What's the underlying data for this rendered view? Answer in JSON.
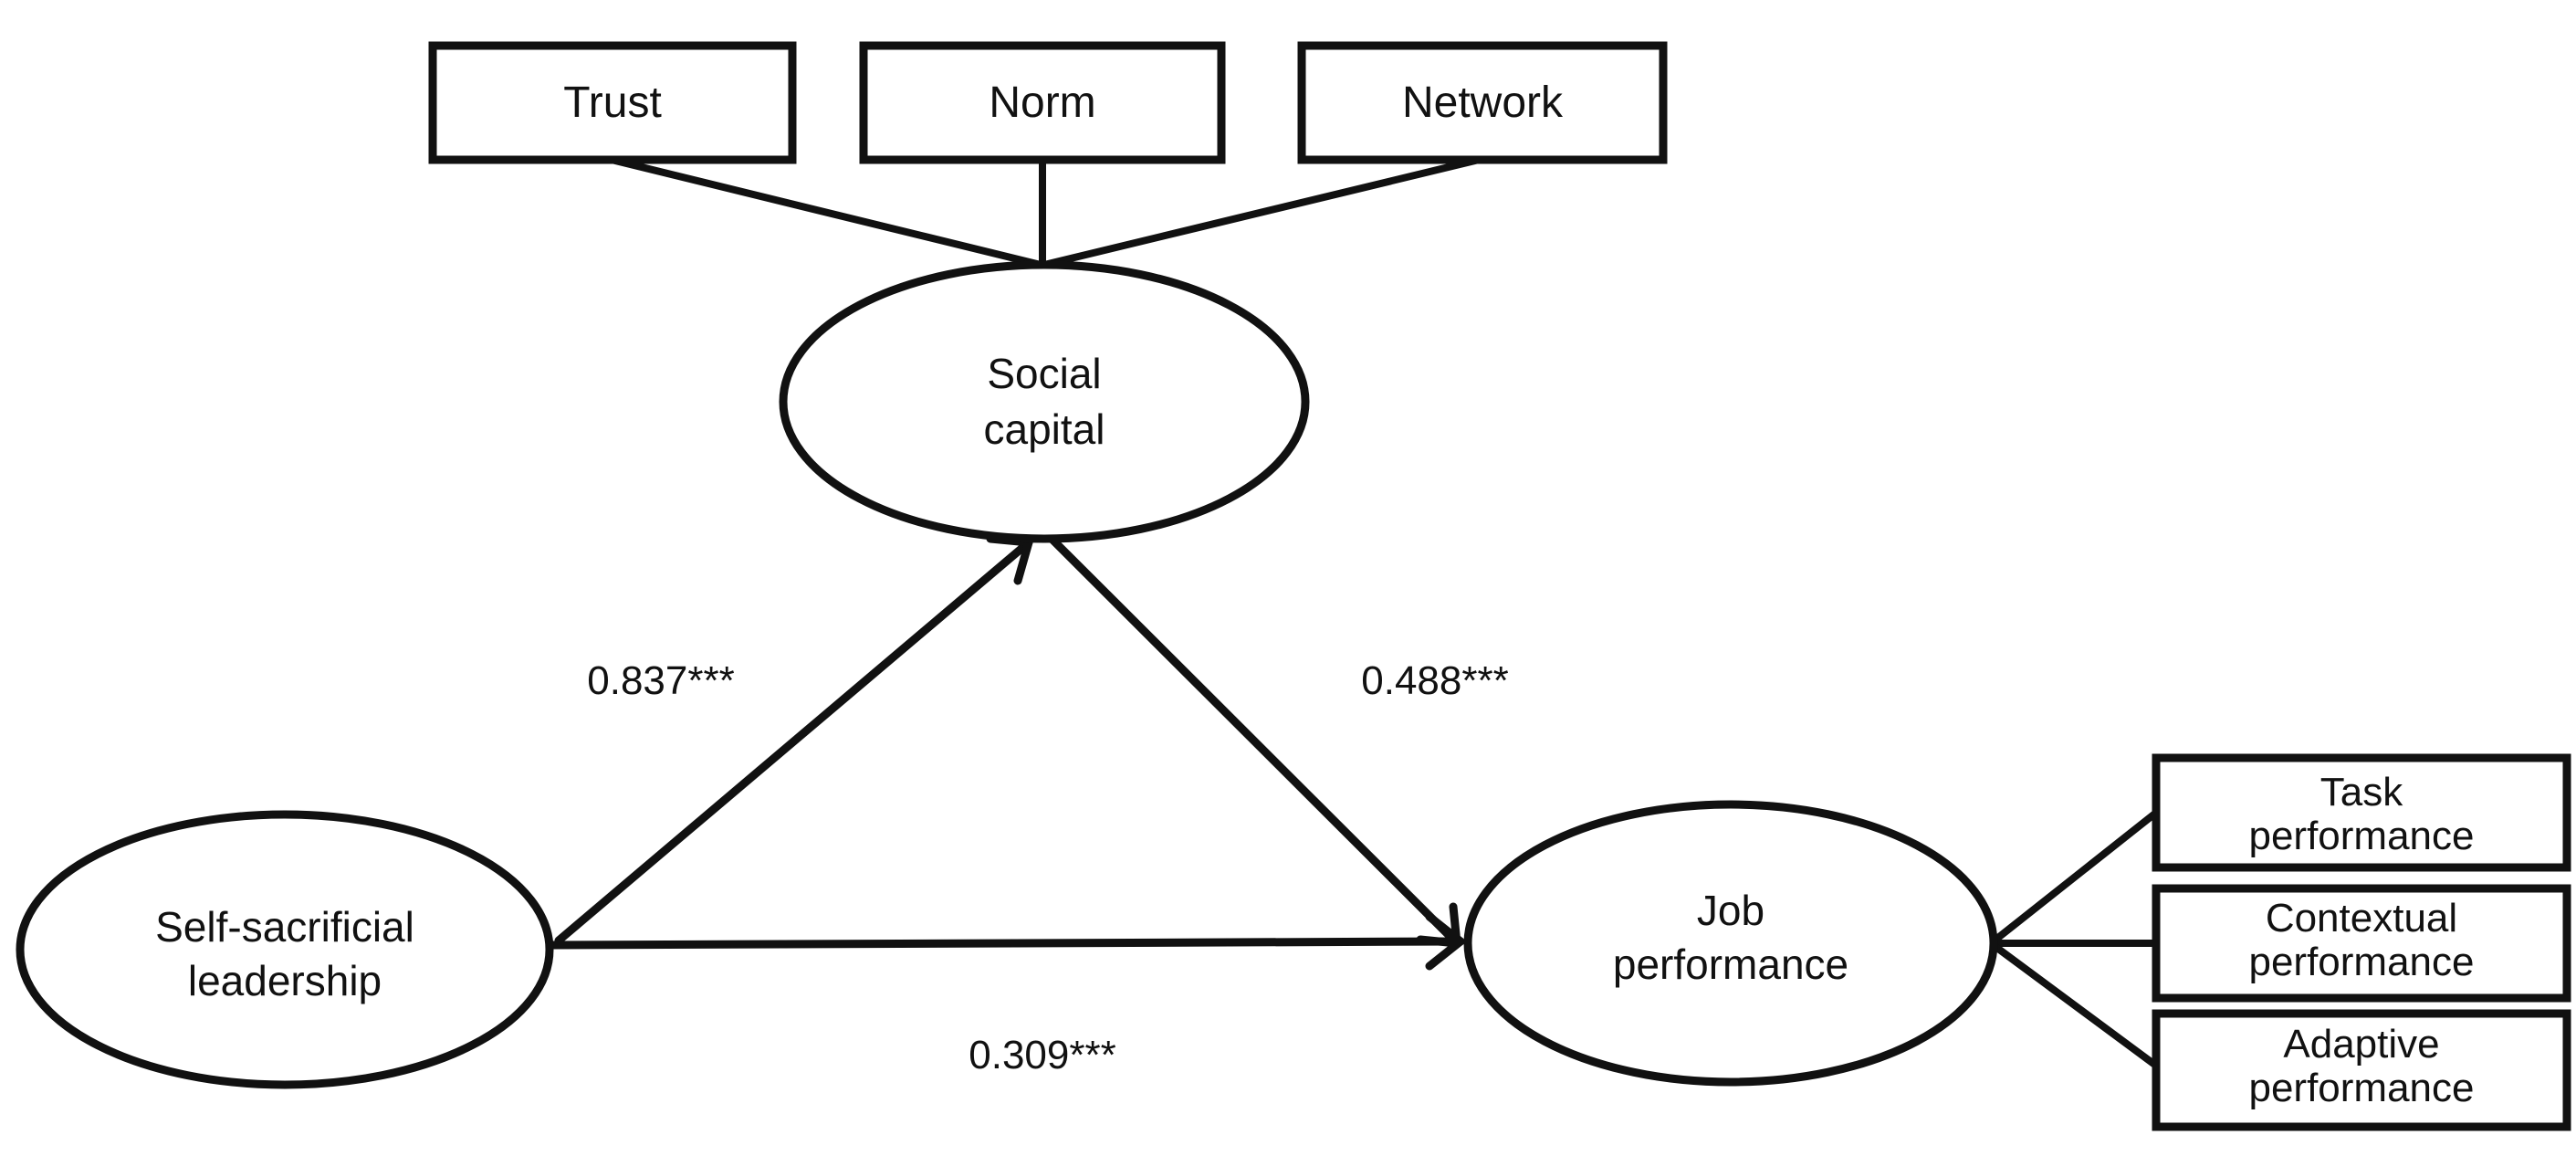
{
  "diagram": {
    "indicators_top": {
      "trust": "Trust",
      "norm": "Norm",
      "network": "Network"
    },
    "constructs": {
      "social_capital": [
        "Social",
        "capital"
      ],
      "self_sacrificial_leadership": [
        "Self-sacrificial",
        "leadership"
      ],
      "job_performance": [
        "Job",
        "performance"
      ]
    },
    "indicators_right": {
      "task_performance": [
        "Task",
        "performance"
      ],
      "contextual_performance": [
        "Contextual",
        "performance"
      ],
      "adaptive_performance": [
        "Adaptive",
        "performance"
      ]
    },
    "paths": {
      "leadership_to_social_capital": "0.837***",
      "social_capital_to_job_performance": "0.488***",
      "leadership_to_job_performance": "0.309***"
    }
  },
  "colors": {
    "stroke": "#111111",
    "background": "#ffffff"
  }
}
